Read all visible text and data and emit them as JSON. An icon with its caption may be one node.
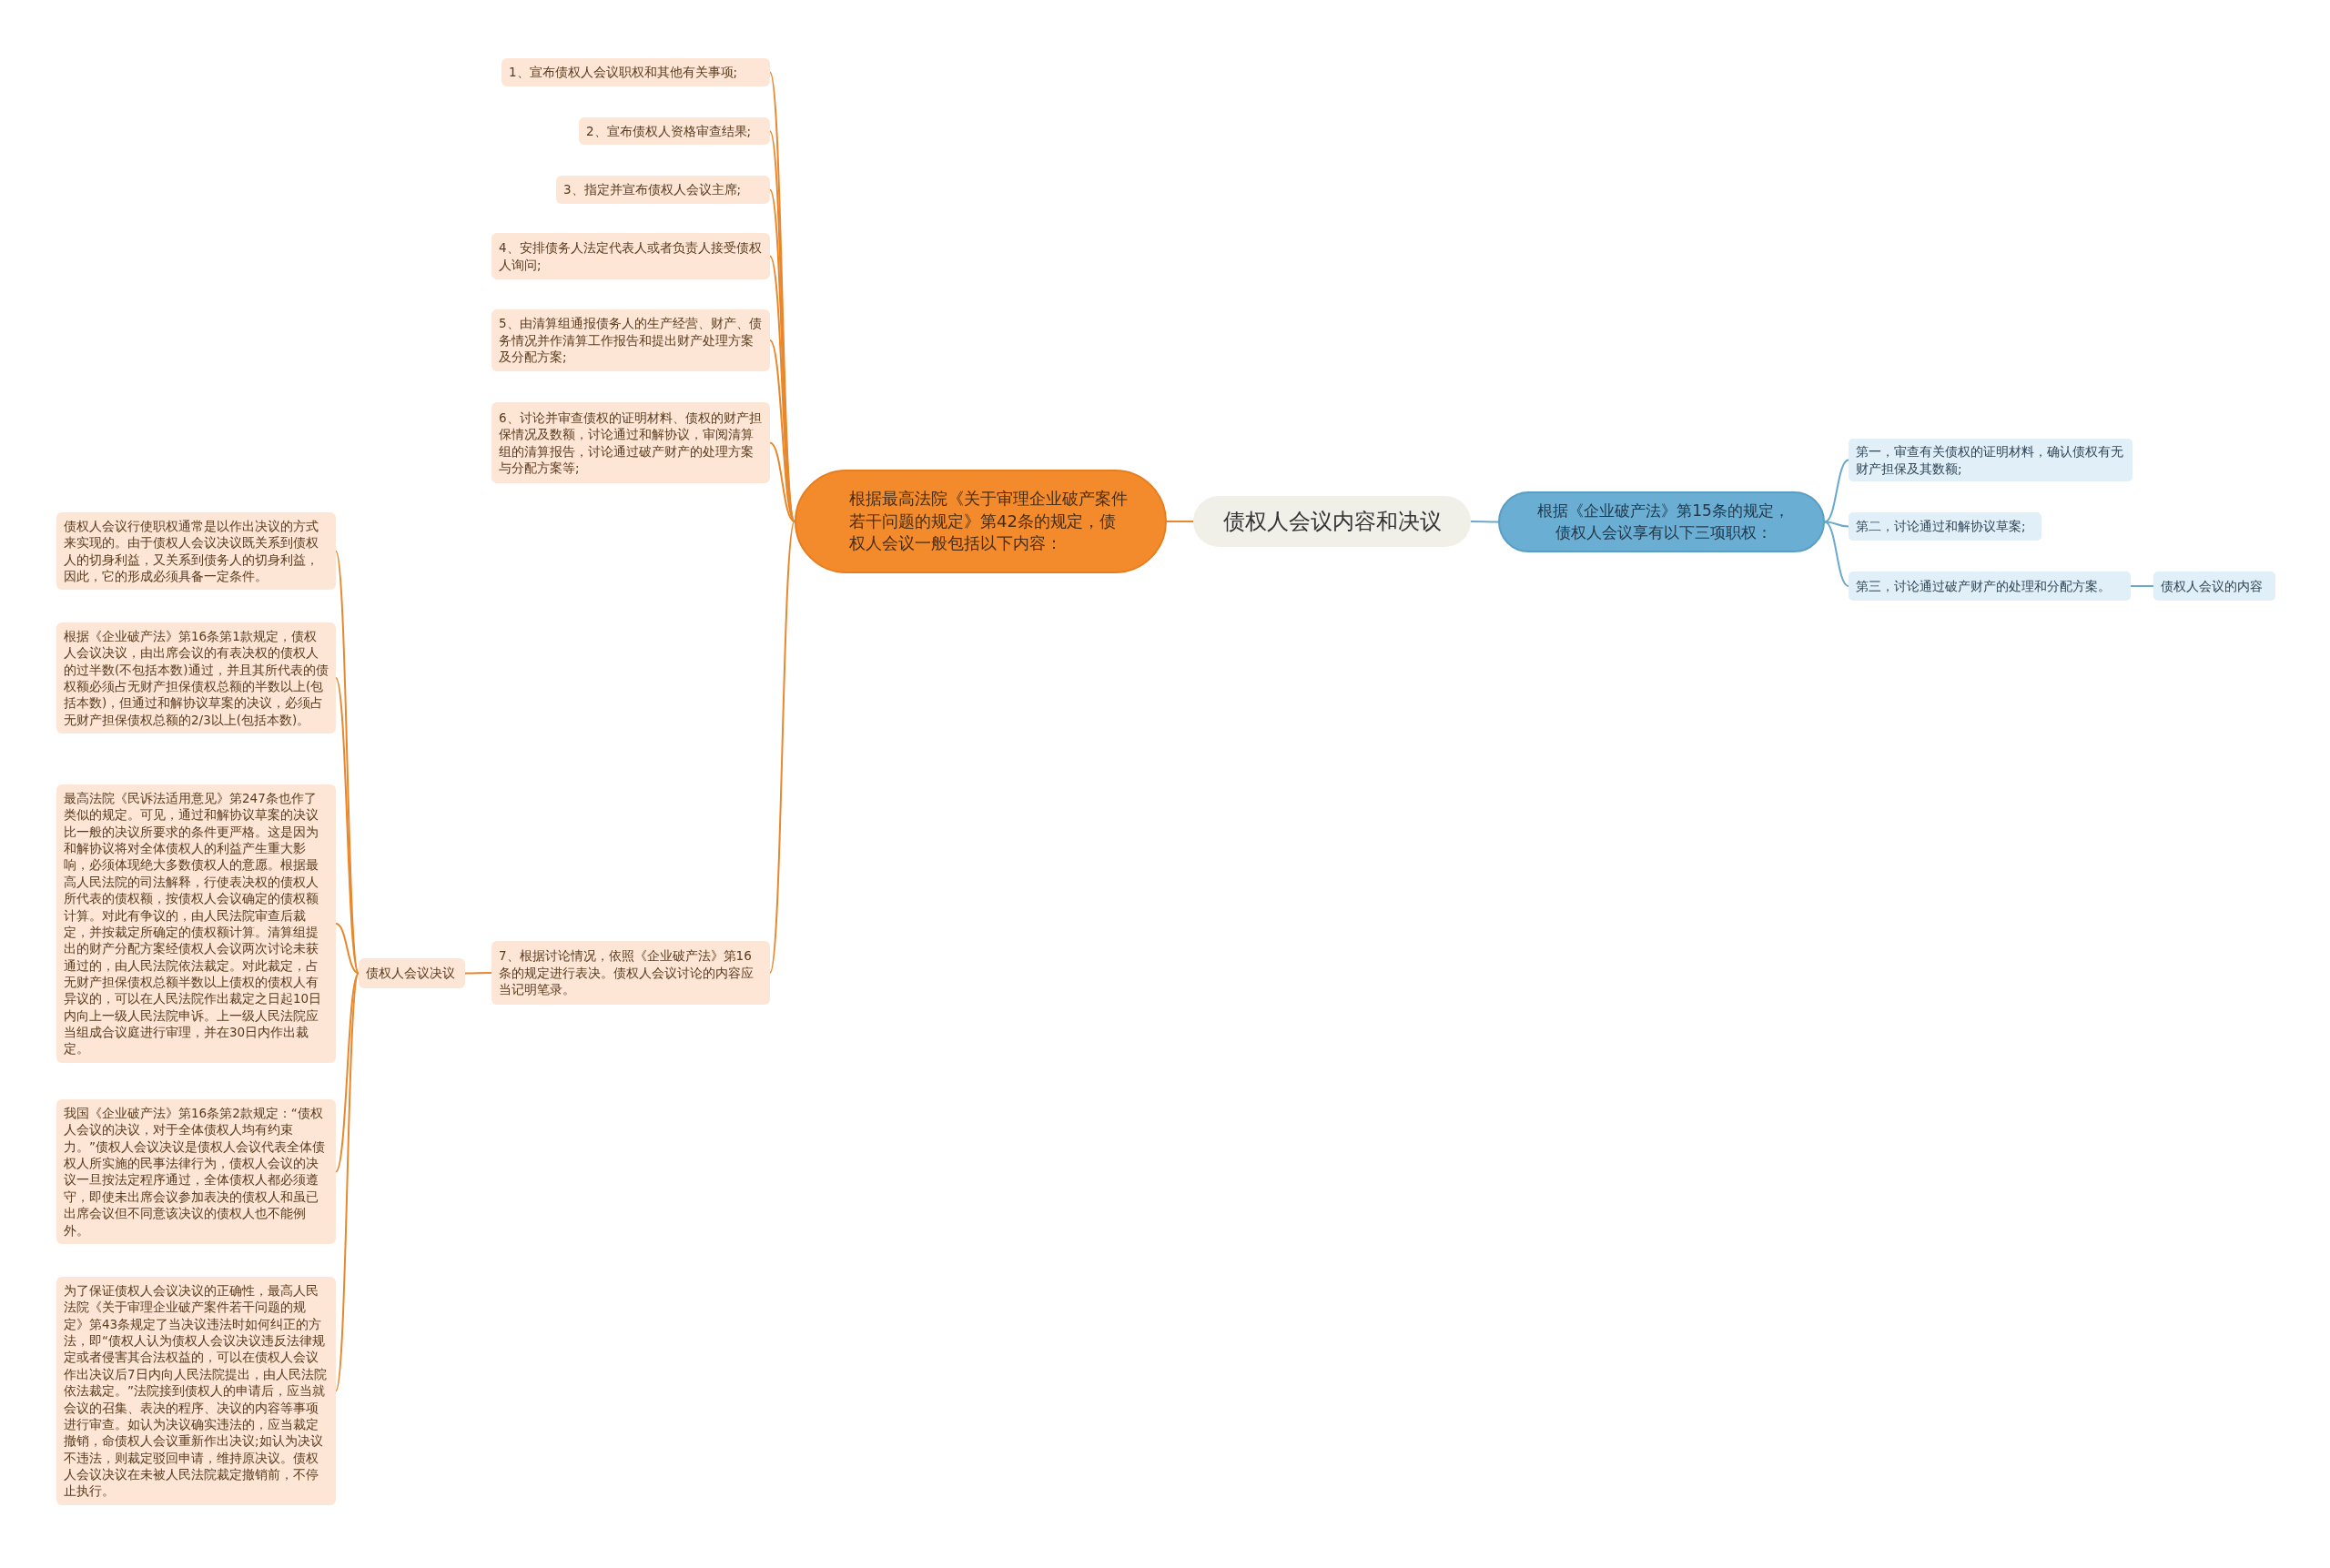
{
  "diagram": {
    "nodes": [
      {
        "text": [
          "债权人会议内容和决议"
        ]
      },
      {
        "text": [
          "根据最高法院《关于审理企业破产案件若干问题的规定》第42条的规定，债权人会议一般包括以下内容："
        ]
      },
      {
        "text": [
          "1、宣布债权人会议职权和其他有关事项;"
        ]
      },
      {
        "text": [
          "2、宣布债权人资格审查结果;"
        ]
      },
      {
        "text": [
          "3、指定并宣布债权人会议主席;"
        ]
      },
      {
        "text": [
          "4、安排债务人法定代表人或者负责人接受债权人询问;"
        ]
      },
      {
        "text": [
          "5、由清算组通报债务人的生产经营、财产、债务情况并作清算工作报告和提出财产处理方案及分配方案;"
        ]
      },
      {
        "text": [
          "6、讨论并审查债权的证明材料、债权的财产担保情况及数额，讨论通过和解协议，审阅清算组的清算报告，讨论通过破产财产的处理方案与分配方案等;"
        ]
      },
      {
        "text": [
          "7、根据讨论情况，依照《企业破产法》第16条的规定进行表决。债权人会议讨论的内容应当记明笔录。"
        ]
      },
      {
        "text": [
          "债权人会议决议"
        ]
      },
      {
        "text": [
          "债权人会议行使职权通常是以作出决议的方式来实现的。由于债权人会议决议既关系到债权人的切身利益，又关系到债务人的切身利益，因此，它的形成必须具备一定条件。"
        ]
      },
      {
        "text": [
          "根据《企业破产法》第16条第1款规定，债权人会议决议，由出席会议的有表决权的债权人的过半数(不包括本数)通过，并且其所代表的债权额必须占无财产担保债权总额的半数以上(包括本数)，但通过和解协议草案的决议，必须占无财产担保债权总额的2/3以上(包括本数)。"
        ]
      },
      {
        "text": [
          "最高法院《民诉法适用意见》第247条也作了类似的规定。可见，通过和解协议草案的决议比一般的决议所要求的条件更严格。这是因为和解协议将对全体债权人的利益产生重大影响，必须体现绝大多数债权人的意愿。根据最高人民法院的司法解释，行使表决权的债权人所代表的债权额，按债权人会议确定的债权额计算。对此有争议的，由人民法院审查后裁定，并按裁定所确定的债权额计算。清算组提出的财产分配方案经债权人会议两次讨论未获通过的，由人民法院依法裁定。对此裁定，占无财产担保债权总额半数以上债权的债权人有异议的，可以在人民法院作出裁定之日起10日内向上一级人民法院申诉。上一级人民法院应当组成合议庭进行审理，并在30日内作出裁定。"
        ]
      },
      {
        "text": [
          "我国《企业破产法》第16条第2款规定：“债权人会议的决议，对于全体债权人均有约束力。”债权人会议决议是债权人会议代表全体债权人所实施的民事法律行为，债权人会议的决议一旦按法定程序通过，全体债权人都必须遵守，即使未出席会议参加表决的债权人和虽已出席会议但不同意该决议的债权人也不能例外。"
        ]
      },
      {
        "text": [
          "为了保证债权人会议决议的正确性，最高人民法院《关于审理企业破产案件若干问题的规定》第43条规定了当决议违法时如何纠正的方法，即“债权人认为债权人会议决议违反法律规定或者侵害其合法权益的，可以在债权人会议作出决议后7日内向人民法院提出，由人民法院依法裁定。”法院接到债权人的申请后，应当就会议的召集、表决的程序、决议的内容等事项进行审查。如认为决议确实违法的，应当裁定撤销，命债权人会议重新作出决议;如认为决议不违法，则裁定驳回申请，维持原决议。债权人会议决议在未被人民法院裁定撤销前，不停止执行。"
        ]
      },
      {
        "text": [
          "根据《企业破产法》第15条的规定，债权人会议享有以下三项职权："
        ]
      },
      {
        "text": [
          "第一，审查有关债权的证明材料，确认债权有无财产担保及其数额;"
        ]
      },
      {
        "text": [
          "第二，讨论通过和解协议草案;"
        ]
      },
      {
        "text": [
          "第三，讨论通过破产财产的处理和分配方案。"
        ]
      },
      {
        "text": [
          "债权人会议的内容"
        ]
      }
    ],
    "edges": [
      {
        "from": 0,
        "to": 1,
        "arrow": "none"
      },
      {
        "from": 0,
        "to": 15,
        "arrow": "none",
        "color": "#6aa9cc"
      },
      {
        "from": 1,
        "to": 2,
        "arrow": "none"
      },
      {
        "from": 1,
        "to": 3,
        "arrow": "none"
      },
      {
        "from": 1,
        "to": 4,
        "arrow": "none"
      },
      {
        "from": 1,
        "to": 5,
        "arrow": "none"
      },
      {
        "from": 1,
        "to": 6,
        "arrow": "none"
      },
      {
        "from": 1,
        "to": 7,
        "arrow": "none"
      },
      {
        "from": 1,
        "to": 8,
        "arrow": "none"
      },
      {
        "from": 8,
        "to": 9,
        "arrow": "none"
      },
      {
        "from": 9,
        "to": 10,
        "arrow": "none"
      },
      {
        "from": 9,
        "to": 11,
        "arrow": "none"
      },
      {
        "from": 9,
        "to": 12,
        "arrow": "none"
      },
      {
        "from": 9,
        "to": 13,
        "arrow": "none"
      },
      {
        "from": 9,
        "to": 14,
        "arrow": "none"
      },
      {
        "from": 15,
        "to": 16,
        "arrow": "none",
        "color": "#6aa9cc"
      },
      {
        "from": 15,
        "to": 17,
        "arrow": "none",
        "color": "#6aa9cc"
      },
      {
        "from": 15,
        "to": 18,
        "arrow": "none",
        "color": "#6aa9cc"
      },
      {
        "from": 18,
        "to": 19,
        "arrow": "none",
        "color": "#6aa9cc"
      }
    ]
  }
}
